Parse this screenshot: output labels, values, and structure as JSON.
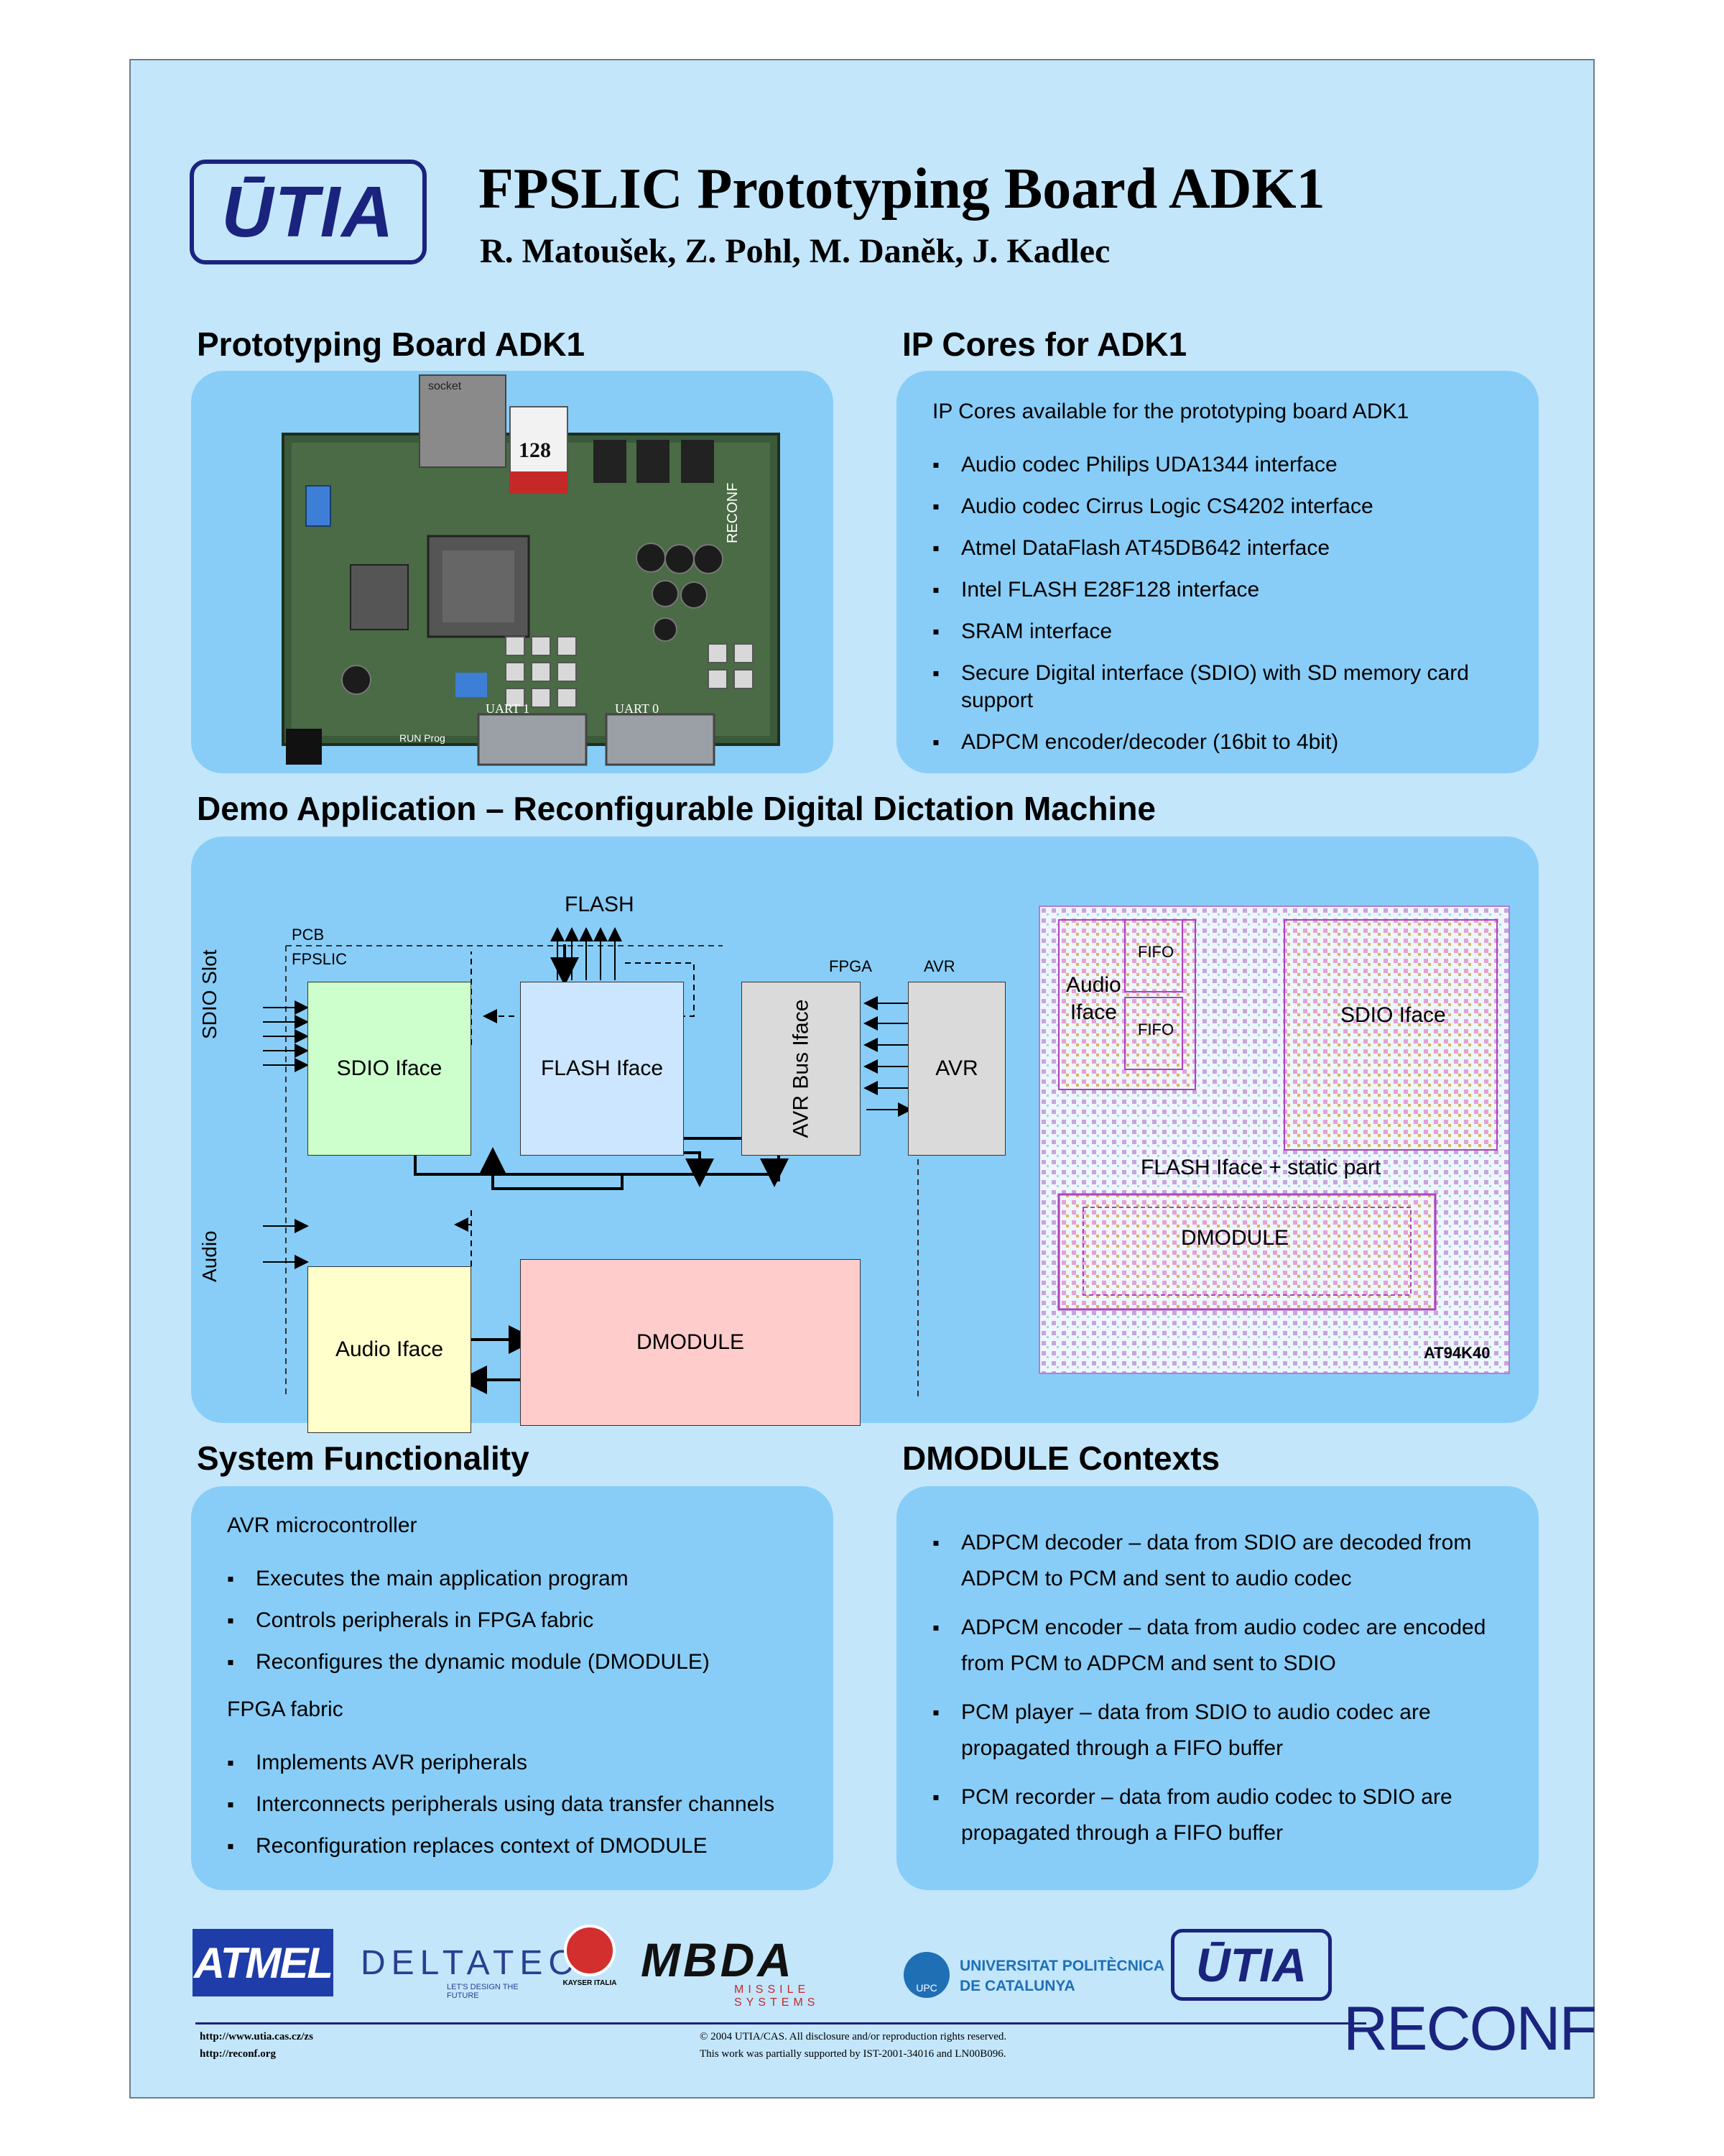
{
  "header": {
    "title": "FPSLIC Prototyping Board ADK1",
    "authors": "R. Matoušek, Z. Pohl, M. Daněk, J. Kadlec",
    "logo_text": "ŪTIA"
  },
  "sections": {
    "board": {
      "heading": "Prototyping Board ADK1"
    },
    "ipcores": {
      "heading": "IP Cores for ADK1",
      "intro": "IP Cores available for the prototyping board ADK1",
      "items": [
        "Audio codec Philips UDA1344 interface",
        "Audio codec Cirrus Logic CS4202 interface",
        "Atmel DataFlash AT45DB642 interface",
        "Intel FLASH E28F128 interface",
        "SRAM interface",
        "Secure Digital interface (SDIO) with SD memory card support",
        "ADPCM encoder/decoder (16bit to 4bit)"
      ]
    },
    "demo": {
      "heading": "Demo Application – Reconfigurable Digital Dictation Machine"
    },
    "system": {
      "heading": "System Functionality",
      "group1_title": "AVR microcontroller",
      "group1_items": [
        "Executes the main application program",
        "Controls peripherals in FPGA fabric",
        "Reconfigures the dynamic module (DMODULE)"
      ],
      "group2_title": "FPGA fabric",
      "group2_items": [
        "Implements AVR peripherals",
        "Interconnects peripherals using data transfer channels",
        "Reconfiguration replaces context of DMODULE"
      ]
    },
    "contexts": {
      "heading": "DMODULE Contexts",
      "items": [
        "ADPCM decoder – data from SDIO are decoded from ADPCM to PCM and sent to audio codec",
        "ADPCM encoder – data from audio codec are encoded from PCM to ADPCM and sent to SDIO",
        "PCM player – data from SDIO to audio codec are propagated through a FIFO buffer",
        "PCM recorder – data from audio codec to SDIO are propagated through a FIFO buffer"
      ]
    }
  },
  "board_photo": {
    "socket_label": "socket",
    "card_capacity": "128",
    "brand_text": "RECONF",
    "uart1": "UART 1",
    "uart0": "UART 0",
    "run_prog": "RUN  Prog"
  },
  "diagram": {
    "flash": "FLASH",
    "pcb": "PCB",
    "fpslic": "FPSLIC",
    "fpga": "FPGA",
    "avr_label": "AVR",
    "sdio_slot": "SDIO Slot",
    "audio": "Audio",
    "sdio_iface": "SDIO Iface",
    "flash_iface": "FLASH Iface",
    "avr_bus_iface": "AVR Bus Iface",
    "avr": "AVR",
    "audio_iface": "Audio Iface",
    "dmodule": "DMODULE"
  },
  "floorplan": {
    "audio_iface": "Audio\nIface",
    "fifo1": "FIFO",
    "fifo2": "FIFO",
    "sdio_iface": "SDIO Iface",
    "flash_static": "FLASH Iface + static part",
    "dmodule": "DMODULE",
    "chip": "AT94K40"
  },
  "sponsors": {
    "atmel": "ATMEL",
    "deltatec": "DELTATEC",
    "deltatec_tagline": "LET'S DESIGN THE FUTURE",
    "kayser": "KAYSER ITALIA",
    "mbda": "MBDA",
    "mbda_sub": "MISSILE SYSTEMS",
    "upc_badge": "UPC",
    "upc_line1": "UNIVERSITAT POLITÈCNICA",
    "upc_line2": "DE CATALUNYA",
    "utia": "ŪTIA",
    "reconf": "RECONF"
  },
  "footer": {
    "url1": "http://www.utia.cas.cz/zs",
    "url2": "http://reconf.org",
    "copyright": "© 2004 UTIA/CAS. All disclosure and/or reproduction rights reserved.",
    "support": "This work was partially supported by IST-2001-34016 and LN00B096."
  },
  "colors": {
    "poster_bg": "#c3e6fb",
    "panel_bg": "#88cdf7",
    "logo_blue": "#1a237e",
    "sdio_block": "#ccffcc",
    "flash_block": "#cce6ff",
    "avr_block": "#dadada",
    "audio_block": "#ffffcc",
    "dmodule_block": "#ffcccc"
  }
}
